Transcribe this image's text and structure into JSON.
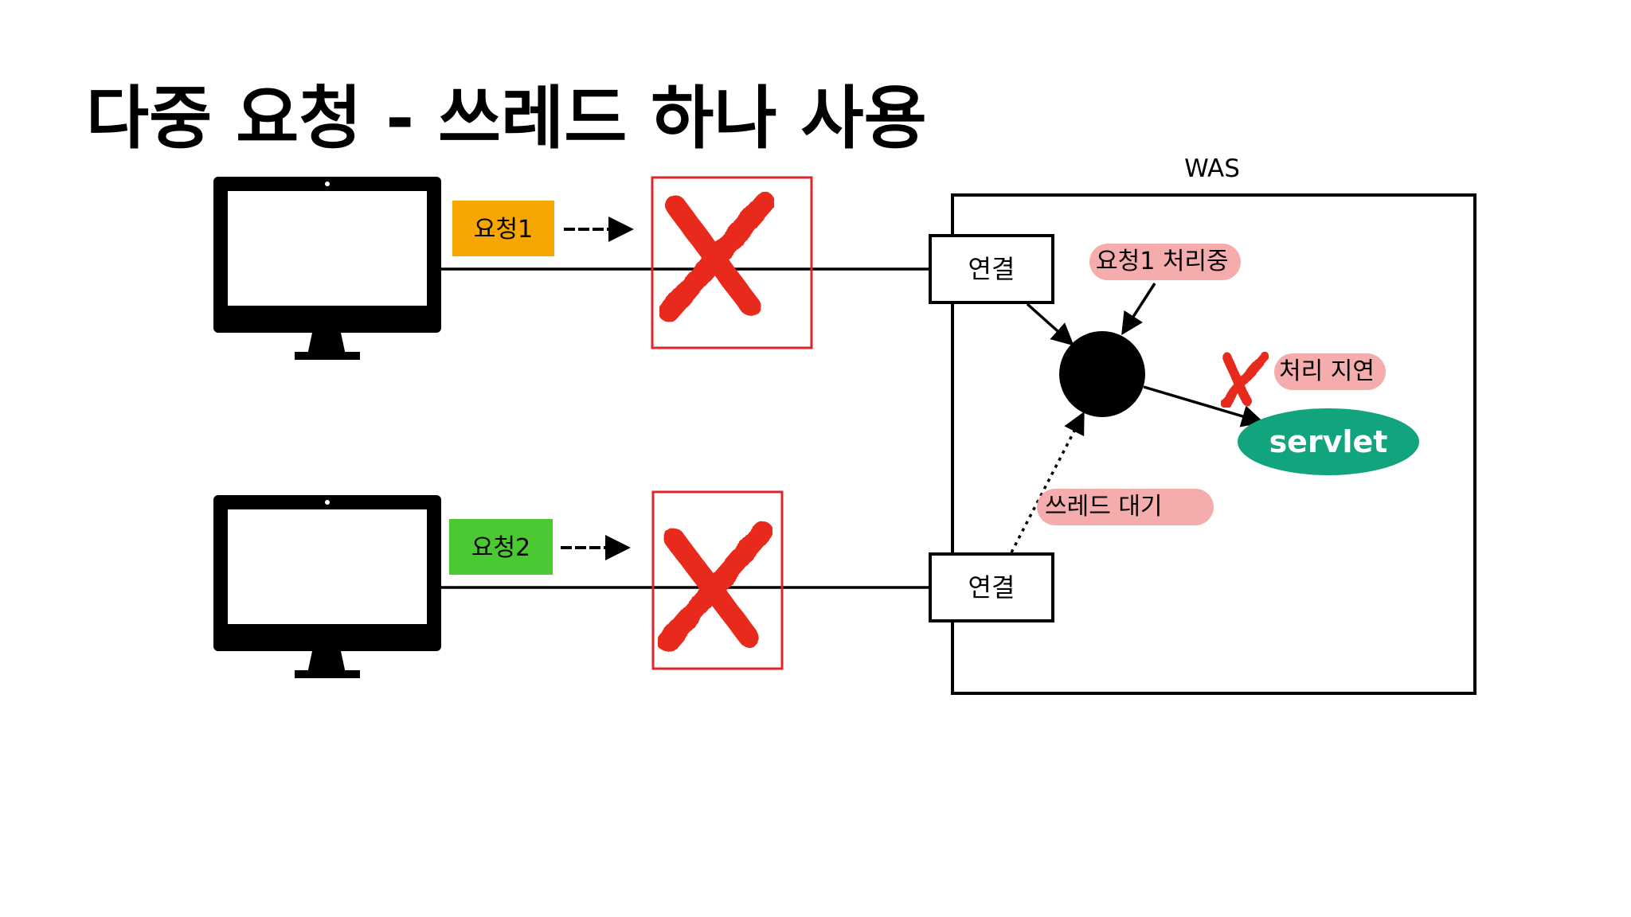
{
  "title": "다중 요청 - 쓰레드 하나 사용",
  "was_label": "WAS",
  "clients": [
    {
      "request_label": "요청1",
      "request_color": "#f7a500",
      "connection_label": "연결"
    },
    {
      "request_label": "요청2",
      "request_color": "#4cc932",
      "connection_label": "연결"
    }
  ],
  "notes": {
    "processing": "요청1 처리중",
    "delay": "처리 지연",
    "waiting": "쓰레드 대기"
  },
  "servlet_label": "servlet",
  "colors": {
    "blocked_cross": "#e8291c",
    "blocked_box_border": "#e0262b",
    "note_highlight": "#f4a3a3",
    "servlet_fill": "#12a37f",
    "thread_circle": "#000000"
  },
  "icons": [
    "monitor-icon",
    "cross-icon",
    "arrow-icon"
  ]
}
